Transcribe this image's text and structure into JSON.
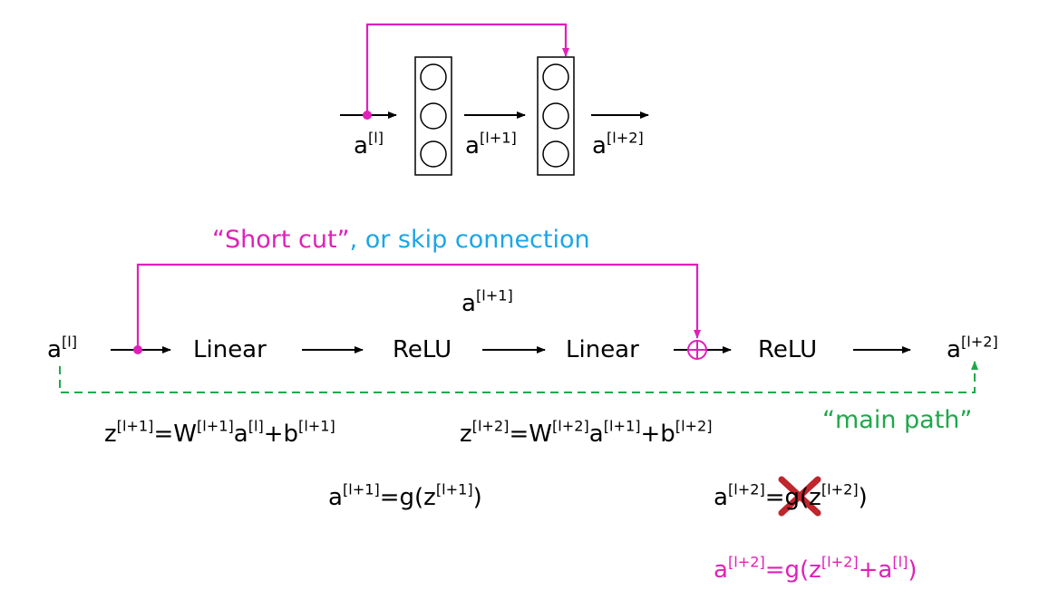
{
  "colors": {
    "magenta": "#e020b8",
    "cyan": "#1aa6e8",
    "green": "#1fa84a",
    "red_cross": "#c0262c",
    "black": "#000000"
  },
  "top_diagram": {
    "input_label": {
      "base": "a",
      "sup": "[l]"
    },
    "mid_label": {
      "base": "a",
      "sup": "[l+1]"
    },
    "output_label": {
      "base": "a",
      "sup": "[l+2]"
    }
  },
  "shortcut_title": {
    "part1": "“Short cut”",
    "part2": ", or skip connection"
  },
  "flow": {
    "input": {
      "base": "a",
      "sup": "[l]"
    },
    "linear1": "Linear",
    "relu1": "ReLU",
    "linear2": "Linear",
    "relu2": "ReLU",
    "output": {
      "base": "a",
      "sup": "[l+2]"
    },
    "above_label": {
      "base": "a",
      "sup": "[l+1]"
    }
  },
  "main_path_label": "“main path”",
  "equations": {
    "z1": {
      "a": "z",
      "b": "[l+1]",
      "c": "=W",
      "d": "[l+1]",
      "e": "a",
      "f": "[l]",
      "g": "+b",
      "h": "[l+1]"
    },
    "z2": {
      "a": "z",
      "b": "[l+2]",
      "c": "=W",
      "d": "[l+2]",
      "e": "a",
      "f": "[l+1]",
      "g": "+b",
      "h": "[l+2]"
    },
    "a1": {
      "a": "a",
      "b": "[l+1]",
      "c": "=g(z",
      "d": "[l+1]",
      "e": ")"
    },
    "a2_old": {
      "a": "a",
      "b": "[l+2]",
      "c": "=g(z",
      "d": "[l+2]",
      "e": ")"
    },
    "a2_new": {
      "a": "a",
      "b": "[l+2]",
      "c": "=g(z",
      "d": "[l+2]",
      "e": "+a",
      "f": "[l]",
      "g": ")"
    }
  }
}
